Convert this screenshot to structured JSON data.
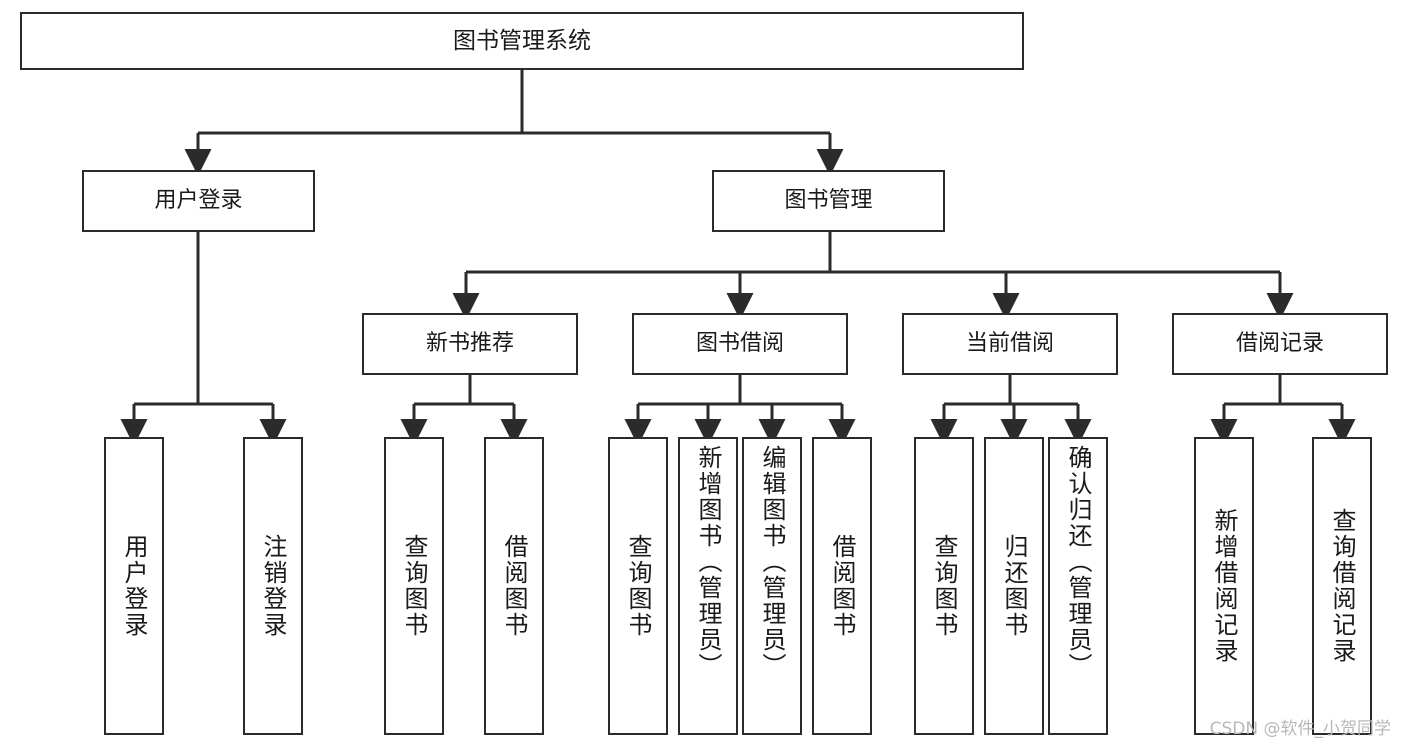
{
  "diagram": {
    "title": "图书管理系统",
    "watermark": "CSDN @软件_小贺同学",
    "colors": {
      "box_border": "#2b2b2b",
      "box_fill": "#ffffff",
      "connector": "#2b2b2b",
      "text": "#1a1a1a",
      "watermark": "#b8b8b8",
      "background": "#ffffff"
    },
    "levels": {
      "root": {
        "label": "图书管理系统"
      },
      "level2": [
        {
          "label": "用户登录"
        },
        {
          "label": "图书管理"
        }
      ],
      "level3": [
        {
          "label": "新书推荐"
        },
        {
          "label": "图书借阅"
        },
        {
          "label": "当前借阅"
        },
        {
          "label": "借阅记录"
        }
      ],
      "leaves": {
        "user_login": [
          {
            "label": "用户登录"
          },
          {
            "label": "注销登录"
          }
        ],
        "new_book_recommend": [
          {
            "label": "查询图书"
          },
          {
            "label": "借阅图书"
          }
        ],
        "book_borrow": [
          {
            "label": "查询图书"
          },
          {
            "label": "新增图书（管理员）"
          },
          {
            "label": "编辑图书（管理员）"
          },
          {
            "label": "借阅图书"
          }
        ],
        "current_borrow": [
          {
            "label": "查询图书"
          },
          {
            "label": "归还图书"
          },
          {
            "label": "确认归还（管理员）"
          }
        ],
        "borrow_record": [
          {
            "label": "新增借阅记录"
          },
          {
            "label": "查询借阅记录"
          }
        ]
      }
    }
  }
}
